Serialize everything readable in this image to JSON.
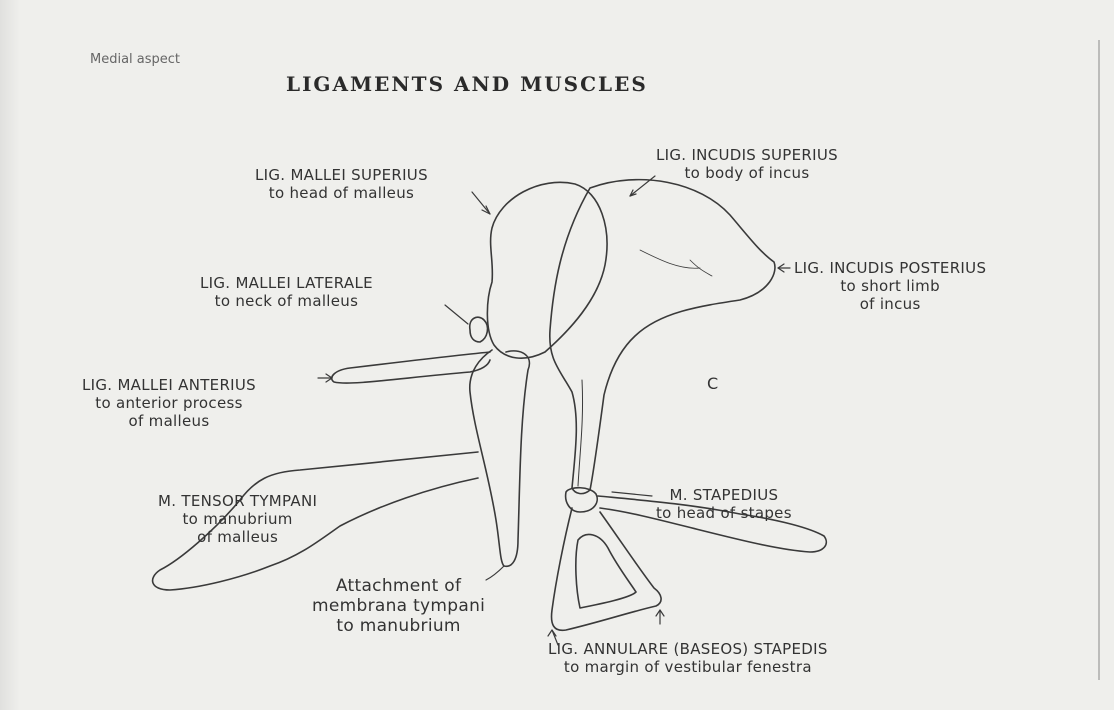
{
  "corner_note": "Medial aspect",
  "title": "LIGAMENTS AND MUSCLES",
  "figure_letter": "C",
  "labels": {
    "mallei_superius": {
      "line1": "LIG. MALLEI SUPERIUS",
      "line2": "to head of malleus"
    },
    "incudis_superius": {
      "line1": "LIG. INCUDIS SUPERIUS",
      "line2": "to body of incus"
    },
    "mallei_laterale": {
      "line1": "LIG. MALLEI LATERALE",
      "line2": "to neck of malleus"
    },
    "incudis_posterius": {
      "line1": "LIG. INCUDIS POSTERIUS",
      "line2": "to short limb",
      "line3": "of incus"
    },
    "mallei_anterius": {
      "line1": "LIG. MALLEI ANTERIUS",
      "line2": "to anterior process",
      "line3": "of malleus"
    },
    "tensor_tympani": {
      "line1": "M. TENSOR TYMPANI",
      "line2": "to manubrium",
      "line3": "of malleus"
    },
    "stapedius": {
      "line1": "M. STAPEDIUS",
      "line2": "to head of stapes"
    },
    "attachment": {
      "line1": "Attachment of",
      "line2": "membrana tympani",
      "line3": "to manubrium"
    },
    "annulare": {
      "line1": "LIG. ANNULARE (BASEOS) STAPEDIS",
      "line2": "to margin of vestibular fenestra"
    }
  },
  "colors": {
    "paper": "#efefec",
    "ink": "#2a2a2a"
  }
}
